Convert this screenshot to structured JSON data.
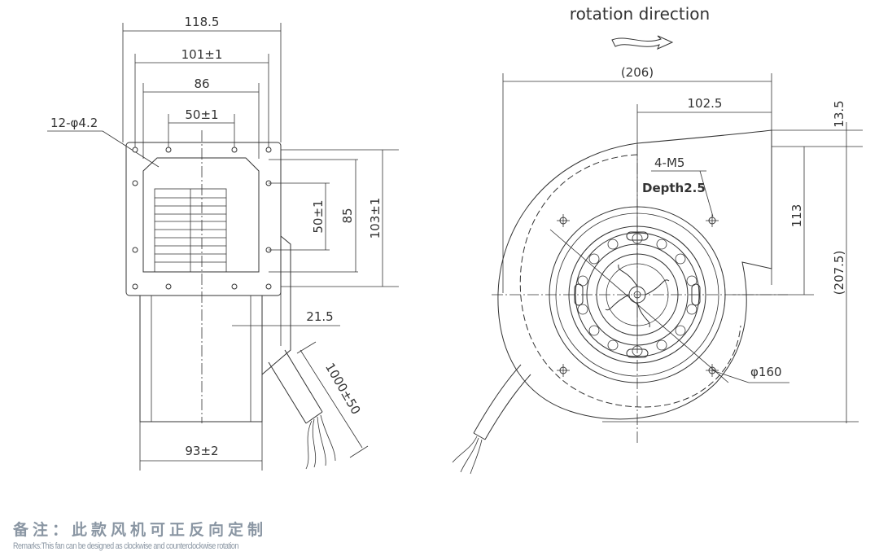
{
  "side_view": {
    "dim_overall_width": "118.5",
    "dim_outer_holes": "101±1",
    "dim_inner_width": "86",
    "dim_top_holes": "50±1",
    "dim_mount_holes": "12-φ4.2",
    "dim_side_holes": "50±1",
    "dim_inner_height": "85",
    "dim_outer_height": "103±1",
    "dim_depth": "21.5",
    "dim_bottom_width": "93±2",
    "dim_cable": "1000±50"
  },
  "front_view": {
    "rotation_label": "rotation direction",
    "dim_total_width": "(206)",
    "dim_half_width": "102.5",
    "dim_outlet_offset": "13.5",
    "dim_outlet_height": "113",
    "dim_total_height": "(207.5)",
    "dim_thread": "4-M5",
    "dim_thread_depth": "Depth2.5",
    "dim_diameter": "φ160"
  },
  "remarks": {
    "cn": "备注：此款风机可正反向定制",
    "en": "Remarks:This fan can be designed as clockwise and counterclockwise rotation"
  }
}
